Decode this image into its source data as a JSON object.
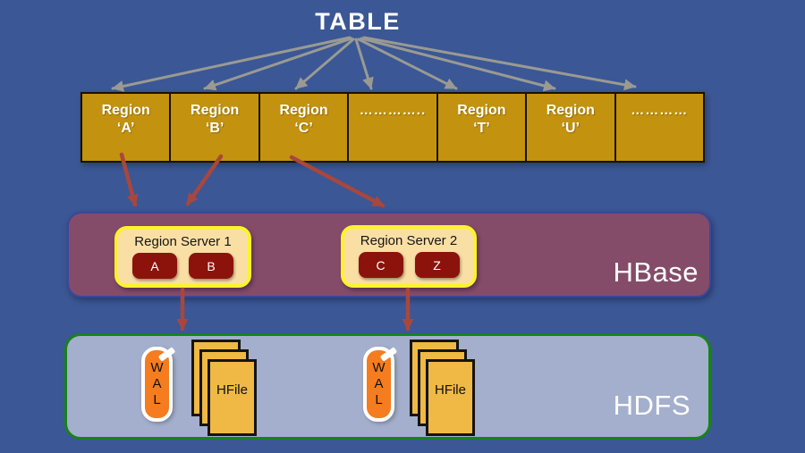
{
  "title": "TABLE",
  "regions": {
    "cells": [
      {
        "line1": "Region",
        "line2": "‘A’"
      },
      {
        "line1": "Region",
        "line2": "‘B’"
      },
      {
        "line1": "Region",
        "line2": "‘C’"
      },
      {
        "line1": "…………..",
        "line2": ""
      },
      {
        "line1": "Region",
        "line2": "‘T’"
      },
      {
        "line1": "Region",
        "line2": "‘U’"
      },
      {
        "line1": "…………",
        "line2": ""
      }
    ]
  },
  "hbase": {
    "label": "HBase",
    "servers": [
      {
        "title": "Region Server 1",
        "regions": [
          "A",
          "B"
        ]
      },
      {
        "title": "Region Server 2",
        "regions": [
          "C",
          "Z"
        ]
      }
    ]
  },
  "hdfs": {
    "label": "HDFS",
    "wal_letters": [
      "W",
      "A",
      "L"
    ],
    "hfile_label": "HFile"
  },
  "colors": {
    "background": "#3B5795",
    "region_cell": "#C3920E",
    "hbase_band": "#854C69",
    "region_server_fill": "#FADFA4",
    "region_server_border": "#FCF32B",
    "region_chip": "#8C130B",
    "hdfs_band": "#A3AFCC",
    "hdfs_border": "#18821B",
    "wal_orange": "#F57C1F",
    "hfile_gold": "#F0B844",
    "arrow_gray": "#9A9A92",
    "arrow_red": "#A8473E"
  }
}
